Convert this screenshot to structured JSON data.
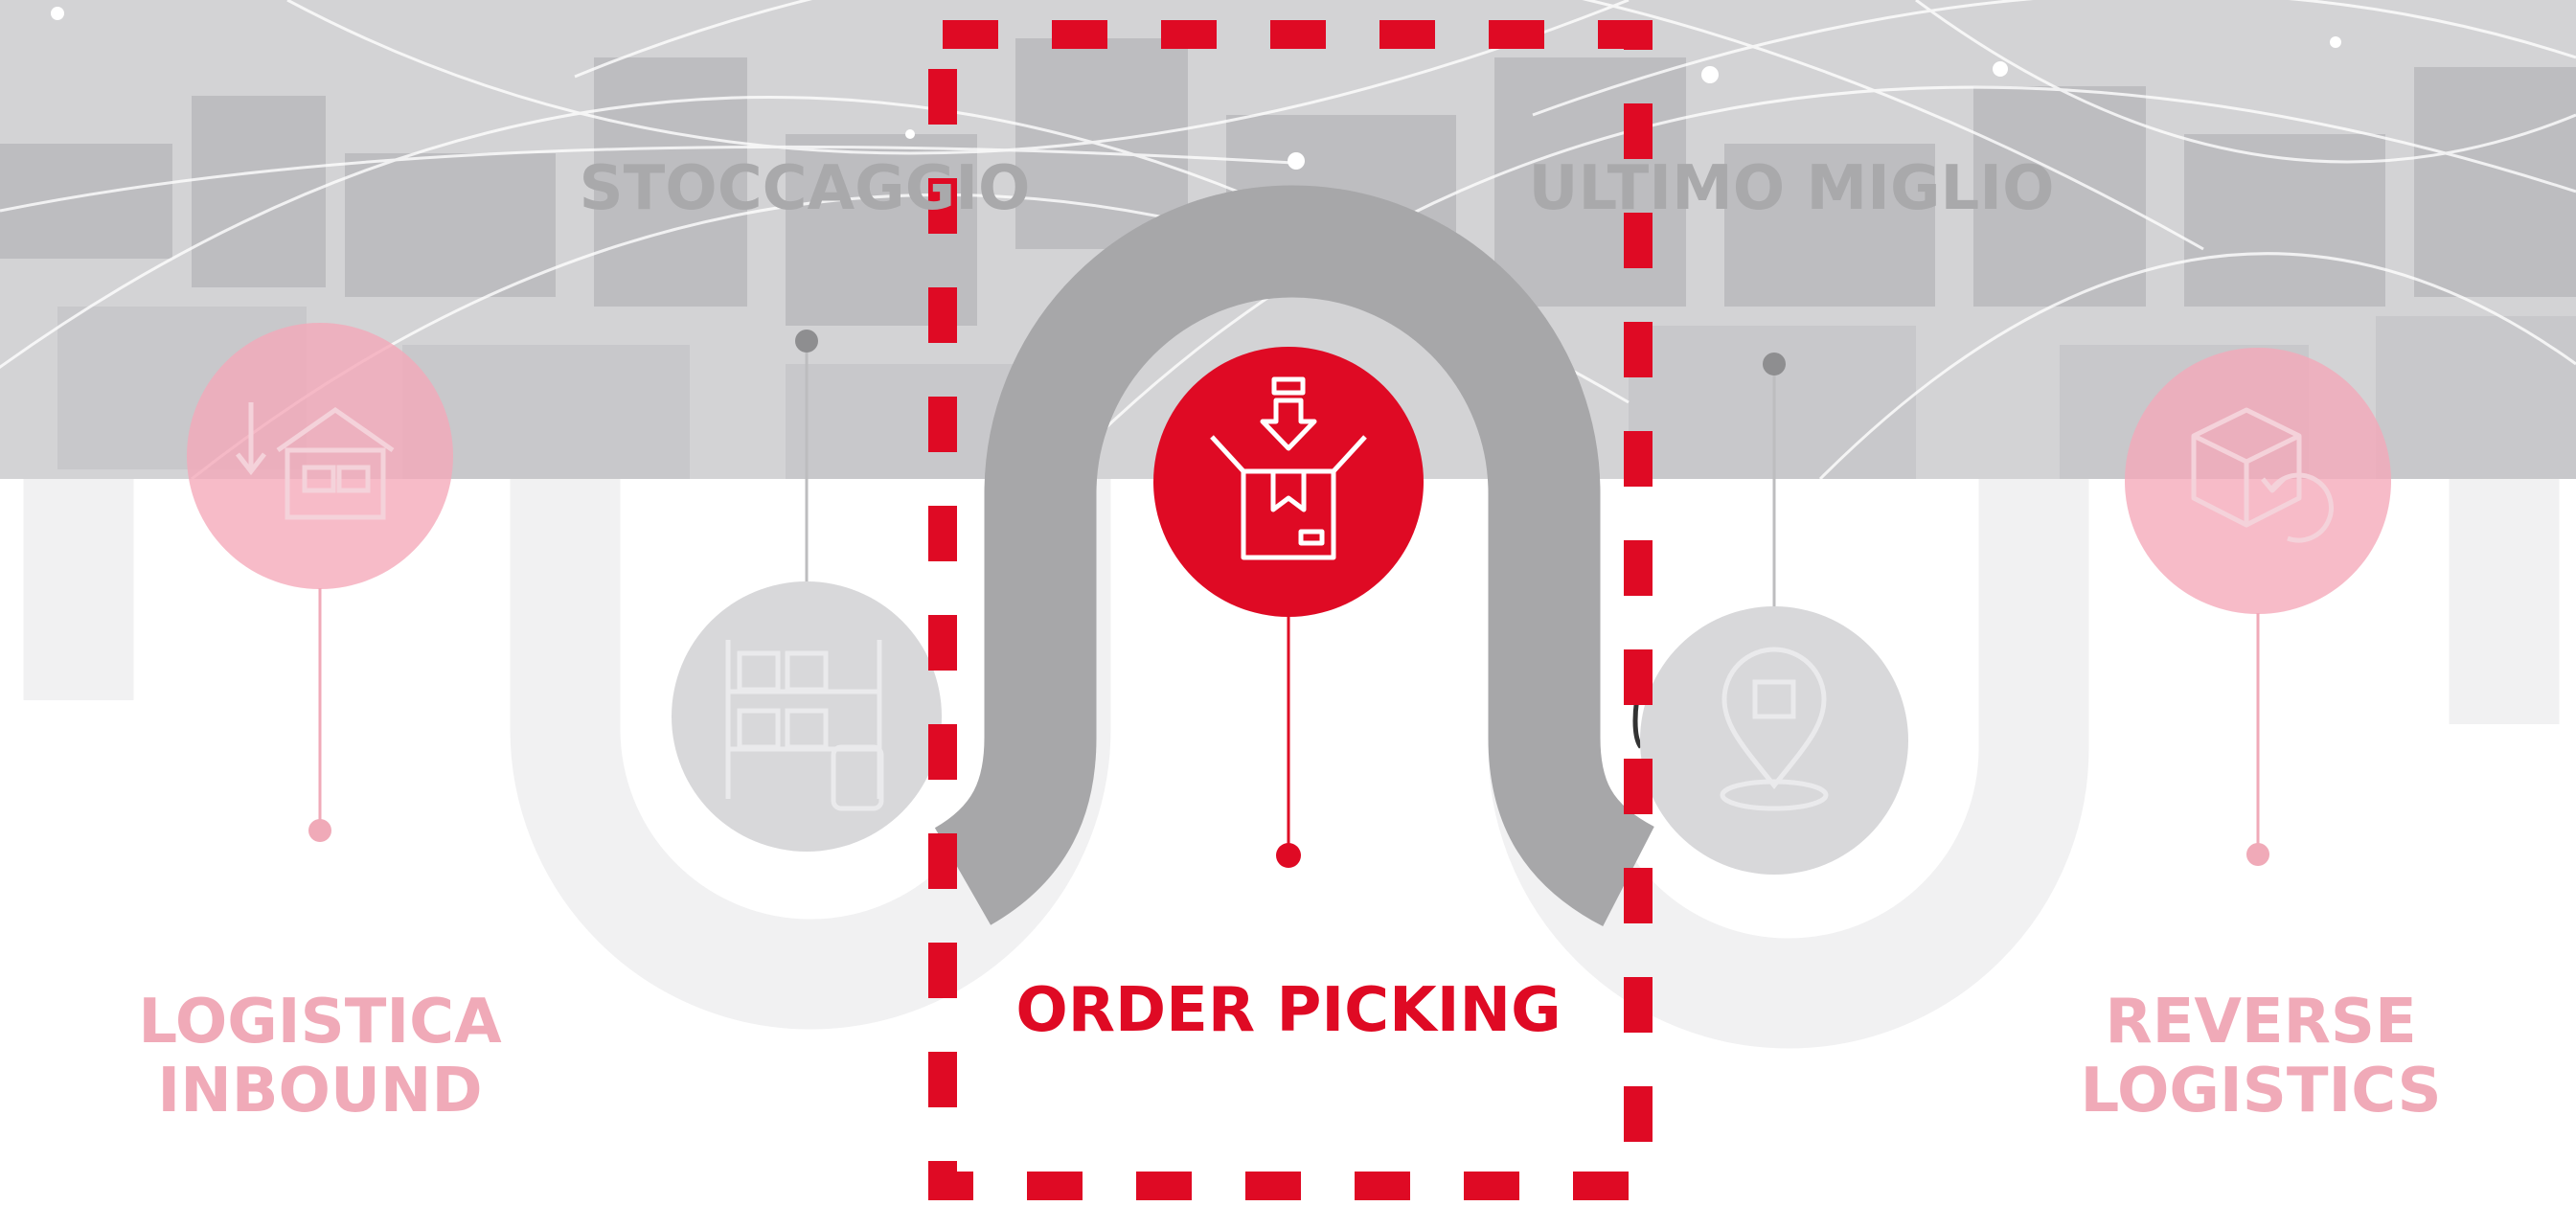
{
  "steps": [
    {
      "id": "logistica-inbound",
      "label_line1": "LOGISTICA",
      "label_line2": "INBOUND",
      "state": "faded",
      "icon": "warehouse-inbound-icon"
    },
    {
      "id": "stoccaggio",
      "label": "STOCCAGGIO",
      "state": "inactive",
      "icon": "shelving-clipboard-icon"
    },
    {
      "id": "order-picking",
      "label": "ORDER PICKING",
      "state": "active",
      "icon": "box-picking-icon"
    },
    {
      "id": "ultimo-miglio",
      "label": "ULTIMO MIGLIO",
      "state": "inactive",
      "icon": "map-pin-box-icon"
    },
    {
      "id": "reverse-logistics",
      "label_line1": "REVERSE",
      "label_line2": "LOGISTICS",
      "state": "faded",
      "icon": "box-return-icon"
    }
  ],
  "colors": {
    "accent_red": "#df0a24",
    "faded_pink": "#f0aab8",
    "track_gray": "#a7a7a9",
    "light_track": "#f1f1f2",
    "label_gray": "#a9a9ab"
  }
}
